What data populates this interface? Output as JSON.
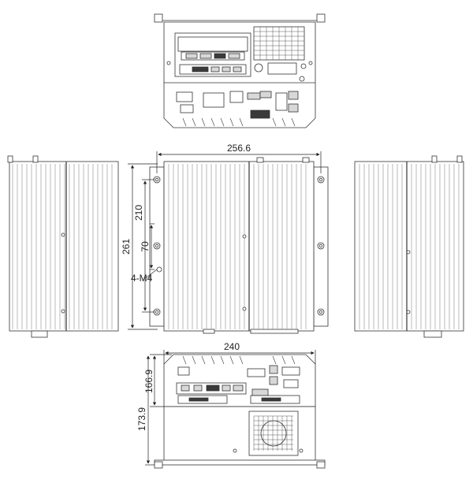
{
  "diagram": {
    "type": "mechanical dimension drawing",
    "views": [
      "top-io-view",
      "left-side-view",
      "front-view",
      "right-side-view",
      "bottom-io-view"
    ],
    "dimensions": {
      "width_top": "256.6",
      "height_total": "261",
      "mount_spacing_vertical": "210",
      "mount_spacing_inner": "70",
      "screw_spec": "4-M4",
      "width_bottom": "240",
      "io_height": "166.9",
      "body_height": "173.9"
    },
    "colors": {
      "line": "#333333",
      "fin_shade": "#9a9a9a",
      "port_fill": "#d8d8d8",
      "dark_port": "#3a3a3a"
    }
  }
}
